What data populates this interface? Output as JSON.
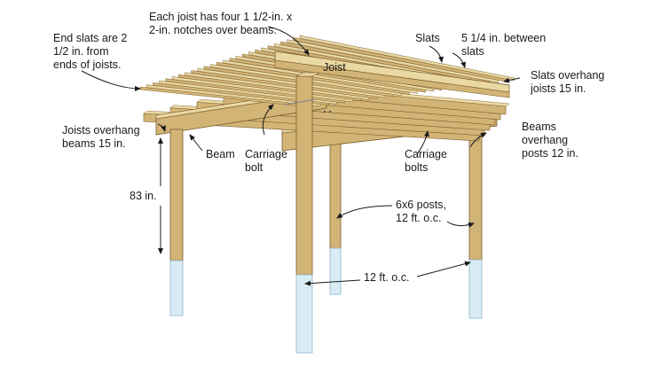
{
  "labels": {
    "joist_notches": [
      "Each joist has four 1 1/2-in. x",
      "2-in. notches over beams."
    ],
    "end_slats": [
      "End slats are 2",
      "1/2 in. from",
      "ends of joists."
    ],
    "slats": "Slats",
    "slat_spacing": [
      "5 1/4 in. between",
      "slats"
    ],
    "joist": "Joist",
    "slats_overhang": [
      "Slats overhang",
      "joists 15 in."
    ],
    "joists_overhang": [
      "Joists overhang",
      "beams 15 in."
    ],
    "beam": "Beam",
    "carriage_bolt": [
      "Carriage",
      "bolt"
    ],
    "carriage_bolts": [
      "Carriage",
      "bolts"
    ],
    "beams_overhang": [
      "Beams",
      "overhang",
      "posts 12 in."
    ],
    "height": "83 in.",
    "posts": [
      "6x6 posts,",
      "12 ft. o.c."
    ],
    "post_spacing": "12 ft. o.c."
  },
  "colors": {
    "wood_top": "#ead8a2",
    "wood_side": "#d2b476",
    "wood_dark": "#b89356",
    "outline": "#7a5c2c",
    "concrete": "#d9ecf6",
    "concrete_line": "#8fb4c9",
    "arrow": "#1a1a1a"
  }
}
